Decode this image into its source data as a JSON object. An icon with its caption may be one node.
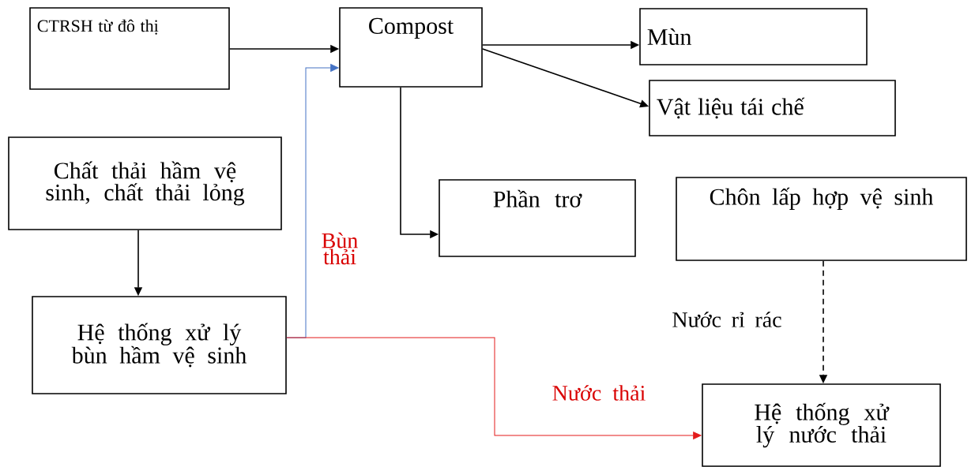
{
  "diagram": {
    "nodes": [
      {
        "text": [
          "CTRSH từ đô thị"
        ]
      },
      {
        "text": [
          "Compost"
        ]
      },
      {
        "text": [
          "Mùn"
        ]
      },
      {
        "text": [
          "Vật liệu tái chế"
        ]
      },
      {
        "text": [
          "Chất thải hầm vệ sinh, chất thải lỏng"
        ]
      },
      {
        "text": [
          "Hệ thống xử lý bùn hầm vệ sinh"
        ]
      },
      {
        "text": [
          "Phần trơ"
        ]
      },
      {
        "text": [
          "Chôn lấp hợp vệ sinh"
        ]
      },
      {
        "text": [
          "Hệ thống xử lý nước thải"
        ]
      }
    ],
    "edges": [
      {
        "from": 0,
        "to": 1,
        "arrow": "to"
      },
      {
        "from": 1,
        "to": 2,
        "arrow": "to"
      },
      {
        "from": 1,
        "to": 3,
        "arrow": "to"
      },
      {
        "from": 1,
        "to": 6,
        "arrow": "to"
      },
      {
        "from": 4,
        "to": 5,
        "arrow": "to"
      },
      {
        "from": 5,
        "to": 1,
        "arrow": "to",
        "label": "Bùn thải",
        "color": "#4472c4"
      },
      {
        "from": 5,
        "to": 8,
        "arrow": "to",
        "label": "Nước thải",
        "color": "#e31b1b"
      },
      {
        "from": 7,
        "to": 8,
        "arrow": "to",
        "label": "Nước rỉ rác",
        "style": "dashed"
      }
    ]
  }
}
